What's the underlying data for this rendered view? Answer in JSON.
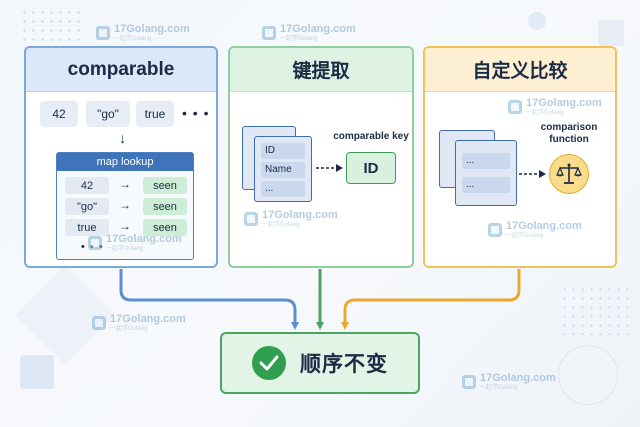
{
  "panels": {
    "comparable": {
      "title": "comparable",
      "values": [
        "42",
        "\"go\"",
        "true"
      ],
      "ellipsis": "• • •",
      "down_arrow": "↓",
      "map": {
        "title": "map lookup",
        "rows": [
          {
            "key": "42",
            "arrow": "→",
            "value": "seen"
          },
          {
            "key": "\"go\"",
            "arrow": "→",
            "value": "seen"
          },
          {
            "key": "true",
            "arrow": "→",
            "value": "seen"
          }
        ],
        "ellipsis": "• • •"
      }
    },
    "key_extract": {
      "title": "键提取",
      "fields": [
        "ID",
        "Name",
        "..."
      ],
      "caption": "comparable key",
      "key_label": "ID"
    },
    "custom_compare": {
      "title": "自定义比较",
      "items": [
        "...",
        "..."
      ],
      "caption_line1": "comparison",
      "caption_line2": "function"
    }
  },
  "result": {
    "label": "顺序不变"
  },
  "watermark": {
    "text": "17Golang.com",
    "subtext": "一起学Golang"
  },
  "colors": {
    "blue": "#5b8fd0",
    "green": "#4aa462",
    "orange": "#e9a92f"
  },
  "icons": [
    "check-icon",
    "balance-scale-icon",
    "down-arrow-icon",
    "right-arrow-icon"
  ]
}
